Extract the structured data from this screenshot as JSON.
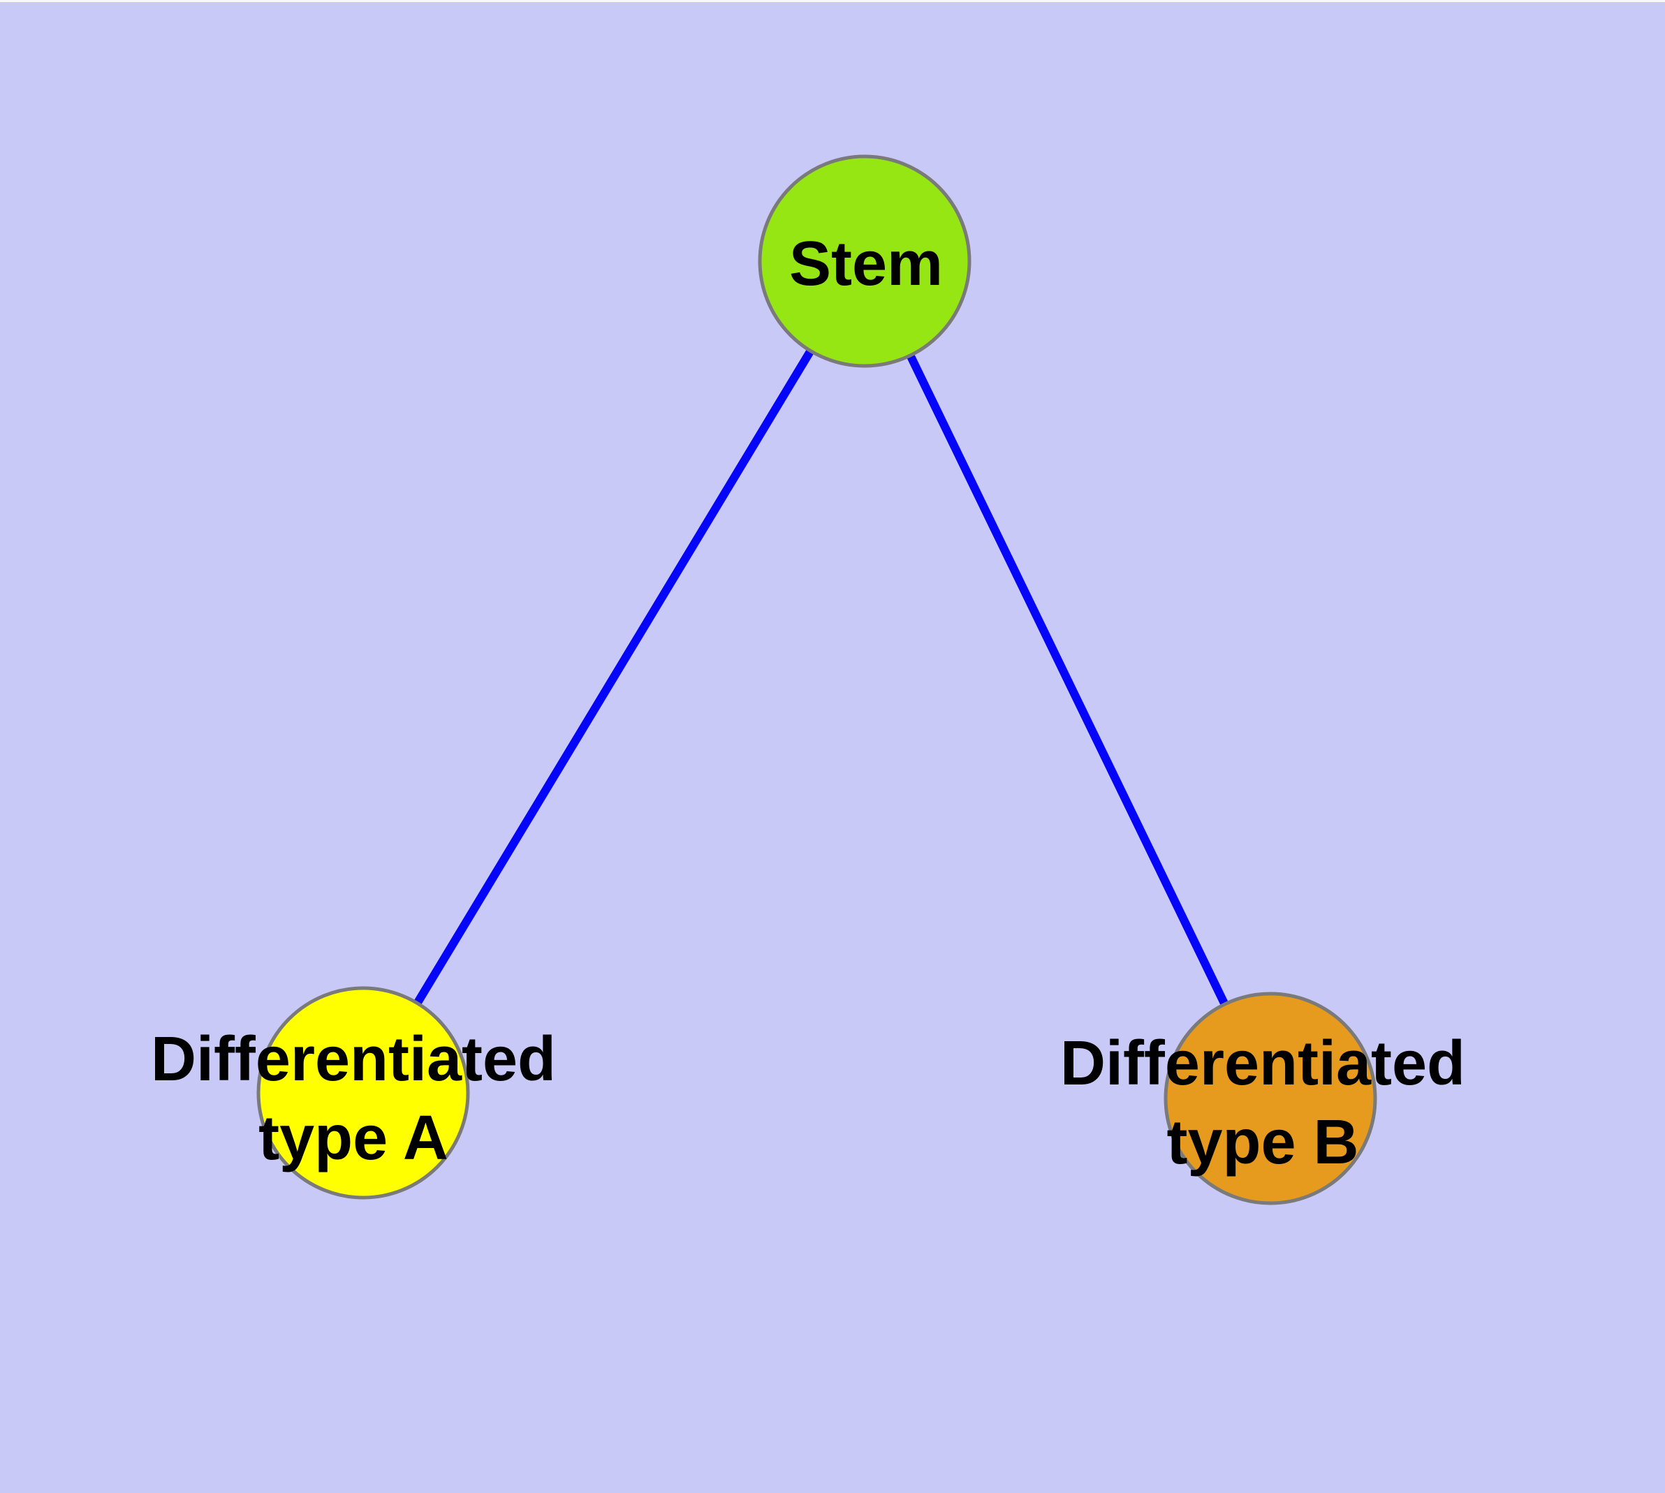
{
  "diagram": {
    "background_color": "#C9C9F8",
    "top_border_color": "#F8F8F8",
    "edge_color": "#0505FA",
    "node_border_color": "#7A7A7A",
    "label_color": "#000000",
    "nodes": [
      {
        "id": "stem",
        "label": "Stem",
        "fill_color": "#96E613"
      },
      {
        "id": "differentiated-type-a",
        "label_line1": "Differentiated",
        "label_line2": "type A",
        "fill_color": "#FFFF00"
      },
      {
        "id": "differentiated-type-b",
        "label_line1": "Differentiated",
        "label_line2": "type B",
        "fill_color": "#E79B1E"
      }
    ],
    "edges": [
      {
        "from": "stem",
        "to": "differentiated-type-a"
      },
      {
        "from": "stem",
        "to": "differentiated-type-b"
      }
    ]
  }
}
